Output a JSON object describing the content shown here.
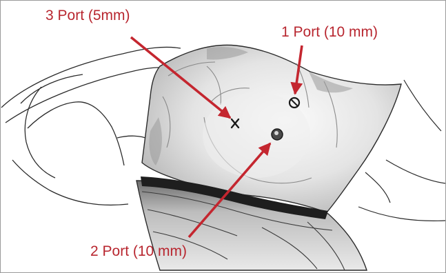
{
  "labels": {
    "port3": "3 Port (5mm)",
    "port1": "1 Port (10 mm)",
    "port2": "2 Port (10 mm)"
  },
  "colors": {
    "annotation": "#b8262f",
    "ink": "#2a2a2a",
    "skin_light": "#f4f4f4",
    "skin_mid": "#d6d6d6",
    "skin_dark": "#8c8c8c",
    "background": "#ffffff"
  },
  "markers": {
    "port3": "x-mark",
    "port1": "circle-with-slash",
    "port2": "filled-circle"
  }
}
